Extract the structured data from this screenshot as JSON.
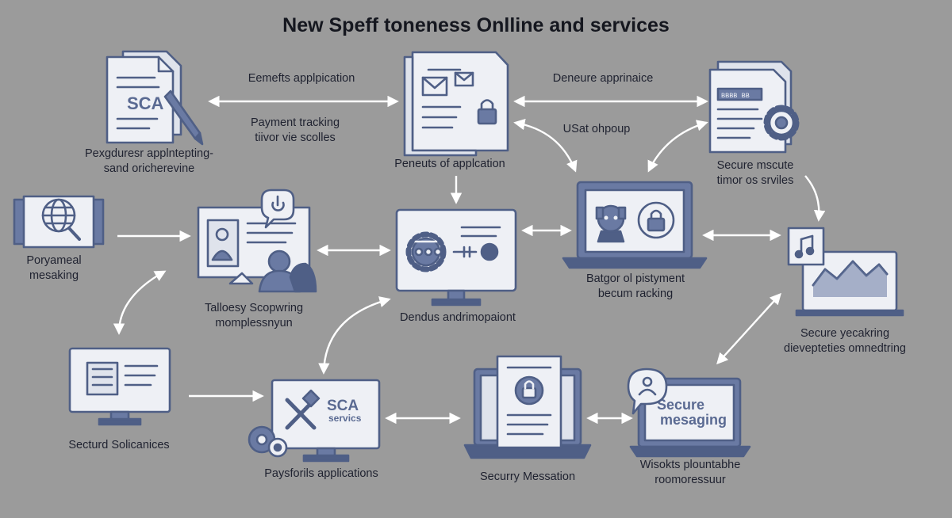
{
  "title": "New Speff toneness Onlline and services",
  "colors": {
    "background": "#9b9b9b",
    "icon_fill": "#eef0f5",
    "icon_stroke": "#4f5f86",
    "icon_accent": "#6a7aa3",
    "arrow": "#ffffff"
  },
  "icon_texts": {
    "sca": "SCA",
    "sca_services_line1": "SCA",
    "sca_services_line2": "servics",
    "secure_messaging_line1": "Secure",
    "secure_messaging_line2": "mesaging",
    "screen_banner": "BBBB BB"
  },
  "labels": {
    "benefits_application": "Eemefts applpication",
    "payment_tracking": [
      "Payment tracking",
      "tiivor vie scolles"
    ],
    "sca_doc": [
      "Pexgduresr applntepting-",
      "sand oricherevine"
    ],
    "deneure": "Deneure apprinaice",
    "usat": "USat ohpoup",
    "peneuts": "Peneuts of applcation",
    "secure_mscute": [
      "Secure mscute",
      "timor os srviles"
    ],
    "personal_messaging": [
      "Poryameal",
      "mesaking"
    ],
    "talloesy": [
      "Talloesy Scopwring",
      "momplessnyun"
    ],
    "dendus": "Dendus andrimopaiont",
    "batgor": [
      "Batgor ol pistyment",
      "becum racking"
    ],
    "secure_yecakring": [
      "Secure yecakring",
      "dievepteties omnedtring"
    ],
    "secturd": "Secturd Solicanices",
    "paysforils": "Paysforils applications",
    "securry_messation": "Securry Messation",
    "wisokts": [
      "Wisokts plountabhe",
      "roomoressuur"
    ]
  }
}
